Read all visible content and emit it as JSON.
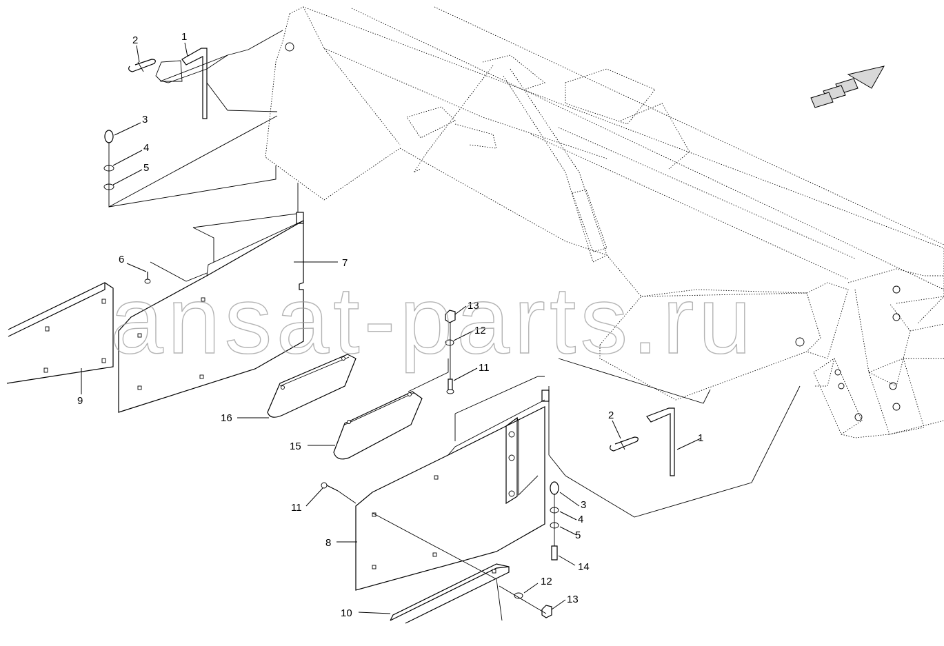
{
  "watermark": "ansat-parts.ru",
  "callouts": [
    {
      "id": "c1-top",
      "label": "1"
    },
    {
      "id": "c2-top",
      "label": "2"
    },
    {
      "id": "c3-top",
      "label": "3"
    },
    {
      "id": "c4-top",
      "label": "4"
    },
    {
      "id": "c5-top",
      "label": "5"
    },
    {
      "id": "c6",
      "label": "6"
    },
    {
      "id": "c7",
      "label": "7"
    },
    {
      "id": "c9",
      "label": "9"
    },
    {
      "id": "c13-top",
      "label": "13"
    },
    {
      "id": "c12-top",
      "label": "12"
    },
    {
      "id": "c11-top",
      "label": "11"
    },
    {
      "id": "c16",
      "label": "16"
    },
    {
      "id": "c15",
      "label": "15"
    },
    {
      "id": "c2-right",
      "label": "2"
    },
    {
      "id": "c1-right",
      "label": "1"
    },
    {
      "id": "c11-left",
      "label": "11"
    },
    {
      "id": "c3-right",
      "label": "3"
    },
    {
      "id": "c4-right",
      "label": "4"
    },
    {
      "id": "c5-right",
      "label": "5"
    },
    {
      "id": "c14",
      "label": "14"
    },
    {
      "id": "c8",
      "label": "8"
    },
    {
      "id": "c12-bottom",
      "label": "12"
    },
    {
      "id": "c13-bottom",
      "label": "13"
    },
    {
      "id": "c10",
      "label": "10"
    }
  ]
}
